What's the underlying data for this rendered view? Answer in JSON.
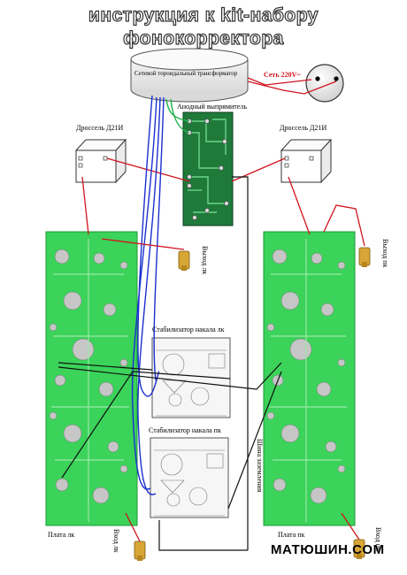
{
  "title": {
    "line1": "инструкция к kit-набору",
    "line2": "фонокорректора"
  },
  "labels": {
    "transformer": "Сетевой тороидальный трансформатор",
    "mains": "Сеть 220V~",
    "rectifier": "Анодный выпрямитель",
    "choke_left": "Дроссель Д21И",
    "choke_right": "Дроссель Д21И",
    "out_left": "Выход лк",
    "out_right": "Выход пк",
    "stab_left": "Стабилизатор накала лк",
    "stab_right": "Стабилизатор накала пк",
    "ground_bus": "Шина заземления",
    "board_left": "Плата лк",
    "board_right": "Плата пк",
    "in_left": "Вход лк",
    "in_right": "Вход пк",
    "brand": "МАТЮШИН.COM"
  },
  "colors": {
    "pcb_green": "#3bd35a",
    "pcb_dark": "#1f7a3a",
    "wire_red": "#d0141e",
    "wire_blue": "#1a2fd0",
    "wire_green": "#22b14c",
    "wire_black": "#111111",
    "jack_gold": "#d8a636"
  }
}
